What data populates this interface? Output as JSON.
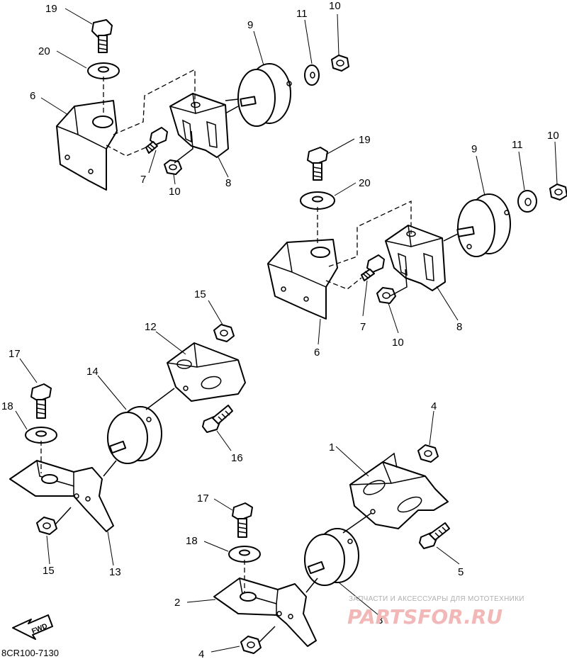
{
  "callouts": {
    "c1": "1",
    "c2": "2",
    "c3": "3",
    "c4a": "4",
    "c4b": "4",
    "c5": "5",
    "c6a": "6",
    "c6b": "6",
    "c7a": "7",
    "c7b": "7",
    "c8a": "8",
    "c8b": "8",
    "c9a": "9",
    "c9b": "9",
    "c10a": "10",
    "c10b": "10",
    "c10c": "10",
    "c10d": "10",
    "c11a": "11",
    "c11b": "11",
    "c12": "12",
    "c13": "13",
    "c14": "14",
    "c15a": "15",
    "c15b": "15",
    "c16": "16",
    "c17a": "17",
    "c17b": "17",
    "c18a": "18",
    "c18b": "18",
    "c19a": "19",
    "c19b": "19",
    "c20a": "20",
    "c20b": "20"
  },
  "fwd_label": "FWD",
  "diagram_code": "8CR100-7130",
  "watermark": {
    "tagline": "ЗАПЧАСТИ И АКСЕССУАРЫ ДЛЯ МОТОТЕХНИКИ",
    "brand": "PARTSFOR.RU"
  }
}
